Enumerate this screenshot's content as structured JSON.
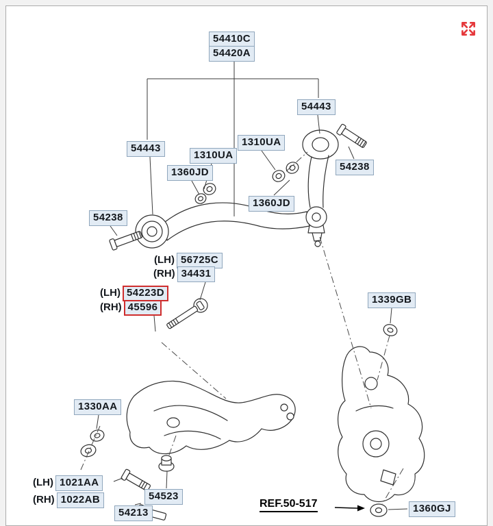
{
  "page": {
    "type": "parts-catalog-exploded-diagram",
    "background": "#f2f2f2",
    "canvas_background": "#ffffff"
  },
  "colors": {
    "label_fill": "#e2ebf4",
    "label_border": "#8fa6bc",
    "highlight_border": "#cf2d2d",
    "line_color": "#2f2f2f",
    "expand_icon_color": "#e5383b",
    "text": "#14181d"
  },
  "icons": {
    "expand": "expand-icon"
  },
  "labels": [
    {
      "id": "54410C",
      "text": "54410C",
      "highlighted": false
    },
    {
      "id": "54420A",
      "text": "54420A",
      "highlighted": false
    },
    {
      "id": "54443-right",
      "text": "54443",
      "highlighted": false
    },
    {
      "id": "54238-right",
      "text": "54238",
      "highlighted": false
    },
    {
      "id": "1310UA-right",
      "text": "1310UA",
      "highlighted": false
    },
    {
      "id": "54443-left",
      "text": "54443",
      "highlighted": false
    },
    {
      "id": "1310UA-left",
      "text": "1310UA",
      "highlighted": false
    },
    {
      "id": "1360JD-left",
      "text": "1360JD",
      "highlighted": false
    },
    {
      "id": "1360JD-mid",
      "text": "1360JD",
      "highlighted": false
    },
    {
      "id": "54238-left",
      "text": "54238",
      "highlighted": false
    },
    {
      "id": "56725C",
      "text": "56725C",
      "highlighted": false,
      "prefix": "(LH)"
    },
    {
      "id": "34431",
      "text": "34431",
      "highlighted": false,
      "prefix": "(RH)"
    },
    {
      "id": "54223D",
      "text": "54223D",
      "highlighted": true,
      "prefix": "(LH)"
    },
    {
      "id": "45596",
      "text": "45596",
      "highlighted": true,
      "prefix": "(RH)"
    },
    {
      "id": "1339GB",
      "text": "1339GB",
      "highlighted": false
    },
    {
      "id": "1330AA",
      "text": "1330AA",
      "highlighted": false
    },
    {
      "id": "1021AA",
      "text": "1021AA",
      "highlighted": false,
      "prefix": "(LH)"
    },
    {
      "id": "1022AB",
      "text": "1022AB",
      "highlighted": false,
      "prefix": "(RH)"
    },
    {
      "id": "54523",
      "text": "54523",
      "highlighted": false
    },
    {
      "id": "54213",
      "text": "54213",
      "highlighted": false
    },
    {
      "id": "1360GJ",
      "text": "1360GJ",
      "highlighted": false
    }
  ],
  "reference": {
    "text": "REF.50-517"
  }
}
